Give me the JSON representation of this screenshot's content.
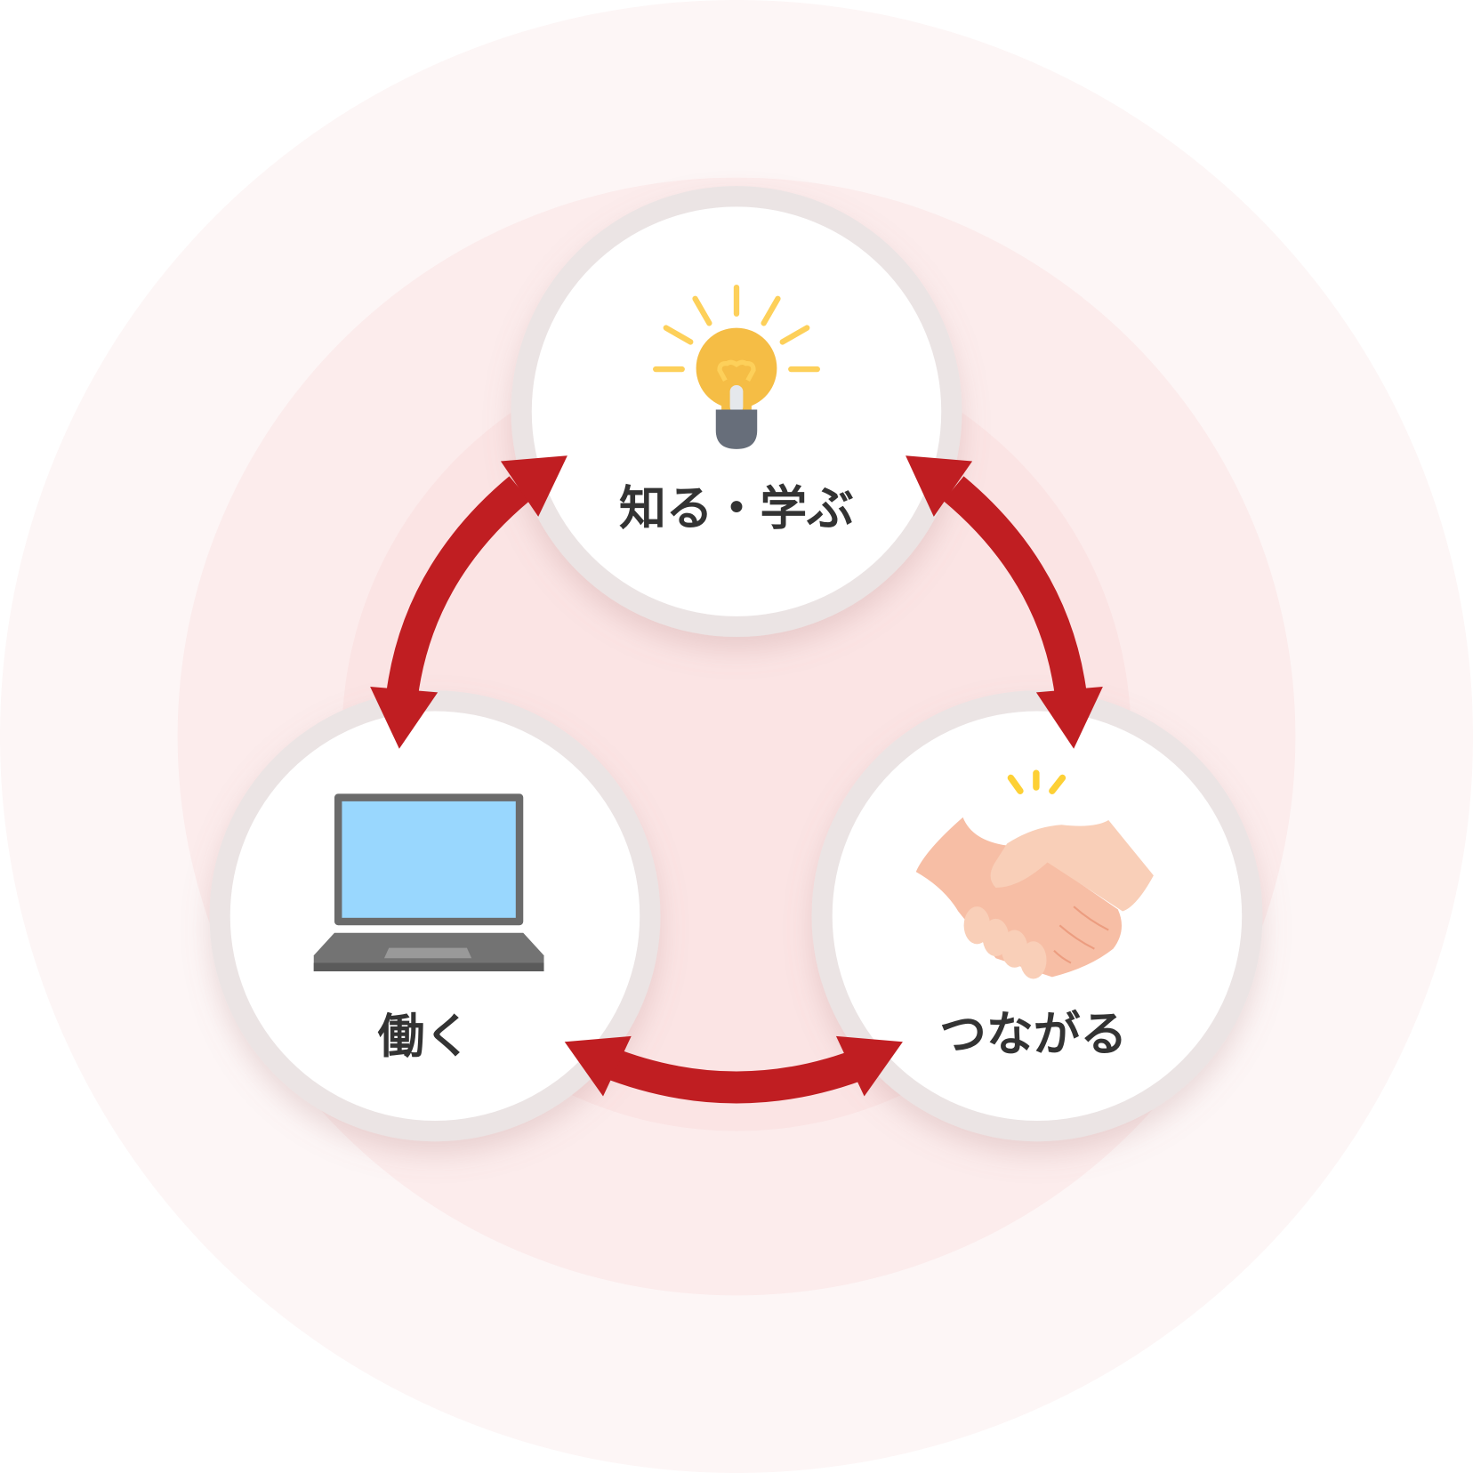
{
  "diagram": {
    "nodes": [
      {
        "id": "learn",
        "label": "知る・学ぶ",
        "icon": "lightbulb-icon"
      },
      {
        "id": "work",
        "label": "働く",
        "icon": "laptop-icon"
      },
      {
        "id": "connect",
        "label": "つながる",
        "icon": "handshake-icon"
      }
    ],
    "edges": [
      {
        "from": "learn",
        "to": "work",
        "direction": "both"
      },
      {
        "from": "learn",
        "to": "connect",
        "direction": "both"
      },
      {
        "from": "work",
        "to": "connect",
        "direction": "both"
      }
    ]
  },
  "colors": {
    "arrow": "#c01e22",
    "text": "#333333",
    "bg_outer": "#fdf6f6",
    "bg_mid": "#fcecec",
    "bg_inner": "#fbe4e4",
    "node_ring": "#ebe4e4"
  }
}
